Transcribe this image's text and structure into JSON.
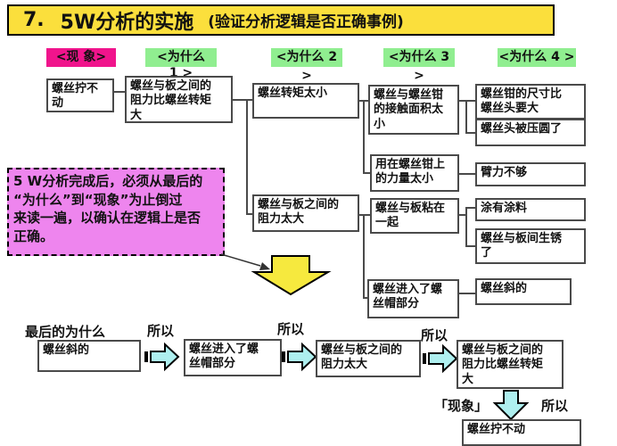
{
  "colors": {
    "title-bg": "#FBDF3C",
    "phenomenon-bg": "#F0148C",
    "why-bg": "#90EE90",
    "note-bg": "#EE85EE",
    "big-arrow": "#F6E93E",
    "chain-arrow": "#AEEFEF"
  },
  "title": {
    "number": "7.",
    "main": "5W分析的实施",
    "sub": "(验证分析逻辑是否正确事例)"
  },
  "headers": {
    "phenomenon": "<现 象>",
    "why1_line1": "<为什么",
    "why1_line2": "1 >",
    "why2": "<为什么 2 >",
    "why3": "<为什么 3 >",
    "why4": "<为什么 4 >"
  },
  "tree": {
    "phenomenon": "螺丝拧不\n动",
    "why1": "螺丝与板之间的\n阻力比螺丝转矩\n大",
    "why2": [
      "螺丝转矩太小",
      "螺丝与板之间的\n阻力太大"
    ],
    "why3": [
      "螺丝与螺丝钳\n的接触面积太\n小",
      "用在螺丝钳上\n的力量太小",
      "螺丝与板粘在\n一起",
      "螺丝进入了螺\n丝帽部分"
    ],
    "why4": [
      "螺丝钳的尺寸比\n螺丝头要大",
      "螺丝头被压圆了",
      "臂力不够",
      "涂有涂料",
      "螺丝与板间生锈\n了",
      "螺丝斜的"
    ]
  },
  "note": "5 W分析完成后，必须从最后的\n“为什么”到“现象”为止倒过\n来读一遍，以确认在逻辑上是否\n正确。",
  "chain": {
    "start_label": "最后的为什么",
    "so": "所以",
    "phenomenon_label": "「现象」",
    "boxes": [
      "螺丝斜的",
      "螺丝进入了螺\n丝帽部分",
      "螺丝与板之间的\n阻力太大",
      "螺丝与板之间的\n阻力比螺丝转矩\n大",
      "螺丝拧不动"
    ]
  }
}
